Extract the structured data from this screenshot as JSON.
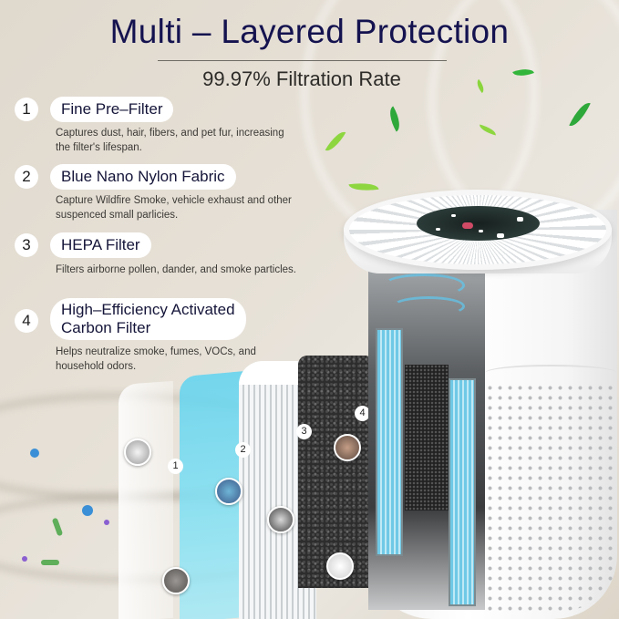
{
  "header": {
    "title": "Multi – Layered Protection",
    "subtitle": "99.97% Filtration Rate"
  },
  "features": [
    {
      "number": "1",
      "title": "Fine Pre–Filter",
      "description": "Captures dust, hair, fibers, and pet fur, increasing the filter's lifespan."
    },
    {
      "number": "2",
      "title": "Blue Nano Nylon Fabric",
      "description": "Capture Wildfire Smoke, vehicle exhaust and other suspenced small parlicies."
    },
    {
      "number": "3",
      "title": "HEPA Filter",
      "description": "Filters airborne pollen, dander, and smoke particles."
    },
    {
      "number": "4",
      "title_line1": "High–Efficiency Activated",
      "title_line2": "Carbon Filter",
      "description": "Helps neutralize smoke, fumes, VOCs, and household odors."
    }
  ],
  "diagram": {
    "layer_labels": [
      "1",
      "2",
      "3",
      "4"
    ]
  },
  "colors": {
    "title": "#14124f",
    "background": "#e0d9ce",
    "nano_blue": "#5fd3ef",
    "carbon": "#2d2d2d",
    "leaf_green": "#3db83a"
  }
}
